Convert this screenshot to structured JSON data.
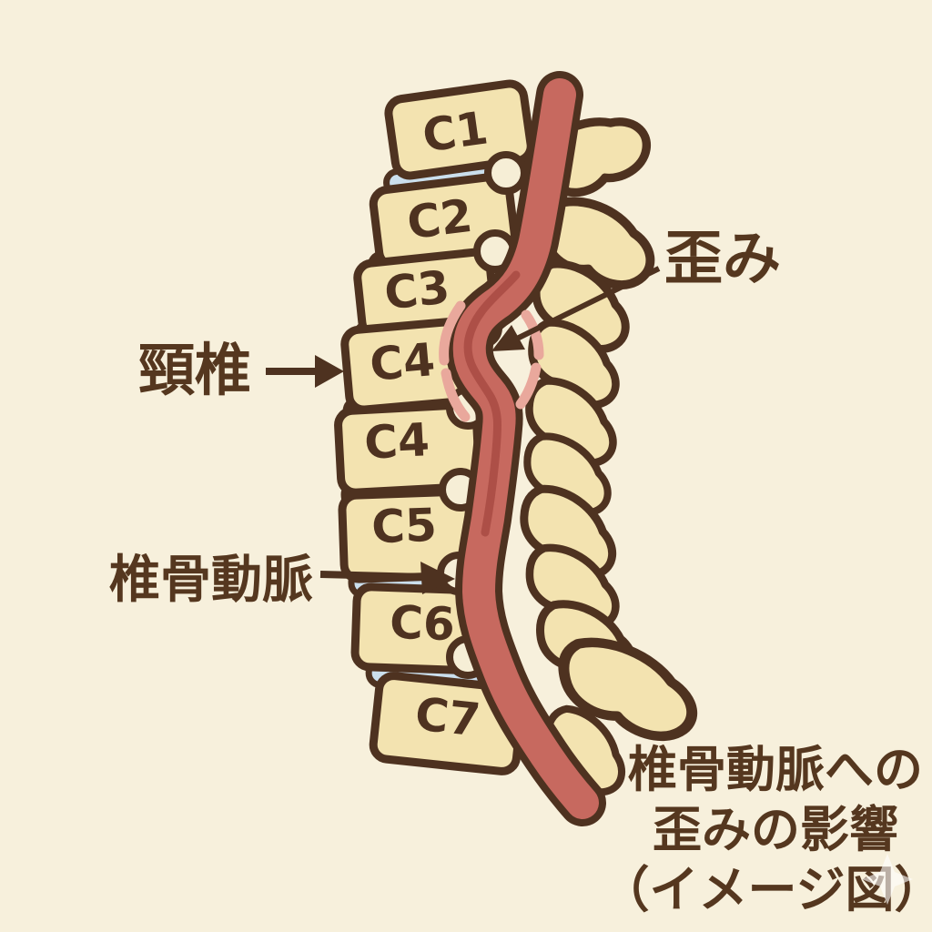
{
  "illustration": {
    "title_hint": "cervical spine and vertebral artery diagram",
    "background_color": "#f7f0dc",
    "bone_color": "#f3e3b0",
    "knob_color": "#f6eed6",
    "outline_color": "#4e3220",
    "disc_color": "#cbdfed",
    "artery_color": "#c7695f",
    "artery_shade_color": "#a84b43",
    "stress_mark_color": "#e9a89c",
    "text_color": "#55371f"
  },
  "vertebrae": [
    {
      "label": "C1"
    },
    {
      "label": "C2"
    },
    {
      "label": "C3"
    },
    {
      "label": "C4"
    },
    {
      "label": "C4"
    },
    {
      "label": "C5"
    },
    {
      "label": "C6"
    },
    {
      "label": "C7"
    }
  ],
  "labels": {
    "cervical_spine": "頸椎",
    "distortion": "歪み",
    "vertebral_artery": "椎骨動脈"
  },
  "caption": {
    "line1": "椎骨動脈への",
    "line2": "歪みの影響",
    "line3": "（イメージ図）"
  }
}
